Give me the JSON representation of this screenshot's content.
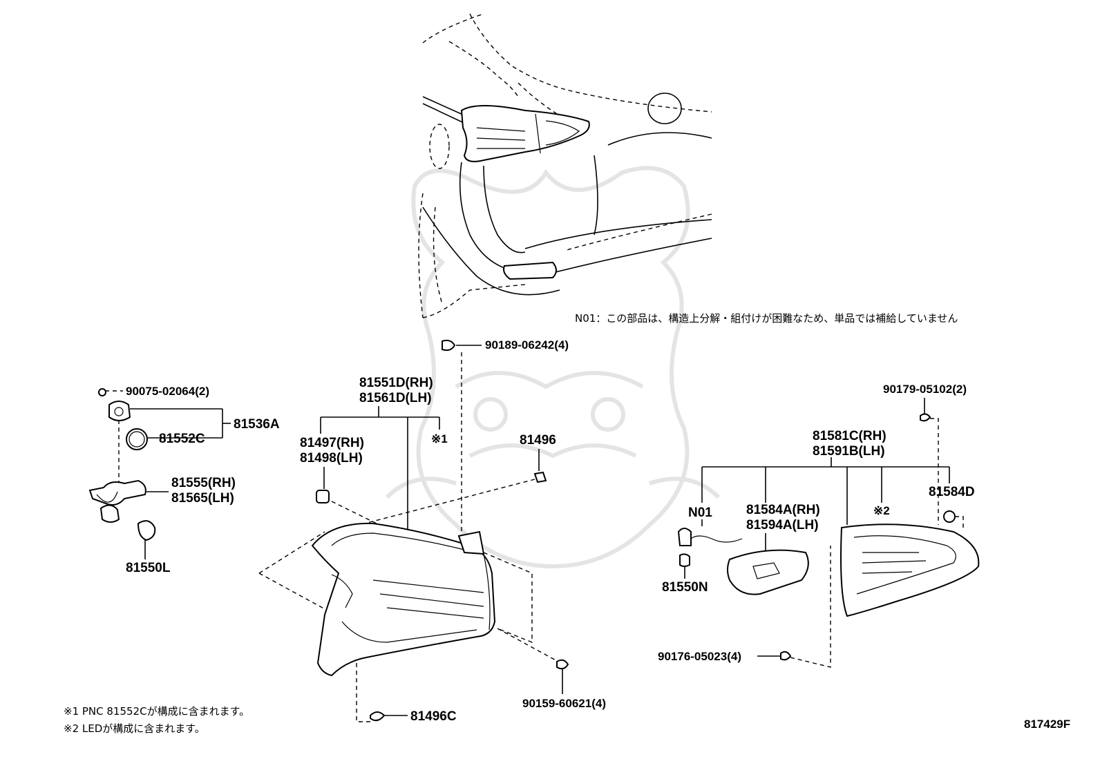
{
  "note_n01": "N01：この部品は、構造上分解・組付けが困難なため、単品では補給していません",
  "footnotes": [
    "※1 PNC 81552Cが構成に含まれます。",
    "※2 LEDが構成に含まれます。"
  ],
  "diagram_code": "817429F",
  "parts": {
    "p90189": "90189-06242(4)",
    "p90075": "90075-02064(2)",
    "p81536A": "81536A",
    "p81552C": "81552C",
    "p81555": "81555(RH)",
    "p81565": "81565(LH)",
    "p81550L": "81550L",
    "p81551D": "81551D(RH)",
    "p81561D": "81561D(LH)",
    "mark1": "※1",
    "p81497": "81497(RH)",
    "p81498": "81498(LH)",
    "p81496": "81496",
    "p90159": "90159-60621(4)",
    "p81496C": "81496C",
    "p90179": "90179-05102(2)",
    "p81581C": "81581C(RH)",
    "p81591B": "81591B(LH)",
    "p81584D": "81584D",
    "n01": "N01",
    "p81584A": "81584A(RH)",
    "p81594A": "81594A(LH)",
    "mark2": "※2",
    "p81550N": "81550N",
    "p90176": "90176-05023(4)"
  }
}
